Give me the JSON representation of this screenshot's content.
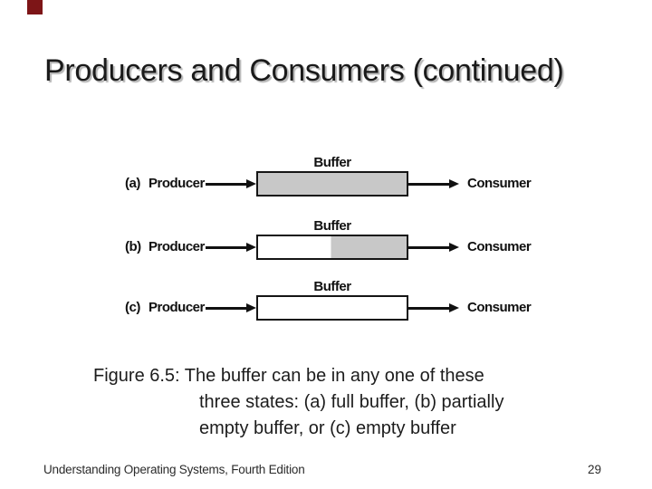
{
  "slide": {
    "title": "Producers and Consumers (continued)",
    "accent_color": "#7d1517",
    "background_color": "#ffffff"
  },
  "diagram": {
    "buffer_fill_color": "#c8c8c8",
    "rows": [
      {
        "index": "(a)",
        "producer": "Producer",
        "buffer": "Buffer",
        "consumer": "Consumer",
        "fill_state": "full"
      },
      {
        "index": "(b)",
        "producer": "Producer",
        "buffer": "Buffer",
        "consumer": "Consumer",
        "fill_state": "partial-right"
      },
      {
        "index": "(c)",
        "producer": "Producer",
        "buffer": "Buffer",
        "consumer": "Consumer",
        "fill_state": "empty"
      }
    ]
  },
  "caption": {
    "lines": [
      "Figure 6.5: The buffer can be in any one of these",
      "three states: (a) full buffer, (b) partially",
      "empty buffer, or (c) empty buffer"
    ]
  },
  "footer": {
    "book_title": "Understanding Operating Systems, Fourth Edition",
    "page_number": "29"
  }
}
